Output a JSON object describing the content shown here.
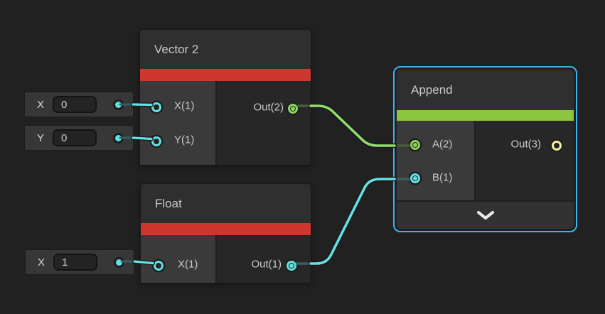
{
  "palette": {
    "background": "#212121",
    "accent_red": "#cd372d",
    "accent_green": "#8cc63f",
    "wire_green": "#91dc6e",
    "wire_cyan": "#64e1e4",
    "port_yellow": "#f2f0a0",
    "selection_blue": "#40b1f0"
  },
  "nodes": {
    "vector2": {
      "title": "Vector 2",
      "inputs": [
        {
          "label": "X(1)"
        },
        {
          "label": "Y(1)"
        }
      ],
      "output": {
        "label": "Out(2)"
      }
    },
    "float": {
      "title": "Float",
      "inputs": [
        {
          "label": "X(1)"
        }
      ],
      "output": {
        "label": "Out(1)"
      }
    },
    "append": {
      "title": "Append",
      "selected": true,
      "inputs": [
        {
          "label": "A(2)"
        },
        {
          "label": "B(1)"
        }
      ],
      "output": {
        "label": "Out(3)"
      },
      "chevron_icon": "chevron-down"
    }
  },
  "parameters": [
    {
      "label": "X",
      "value": "0"
    },
    {
      "label": "Y",
      "value": "0"
    },
    {
      "label": "X",
      "value": "1"
    }
  ]
}
